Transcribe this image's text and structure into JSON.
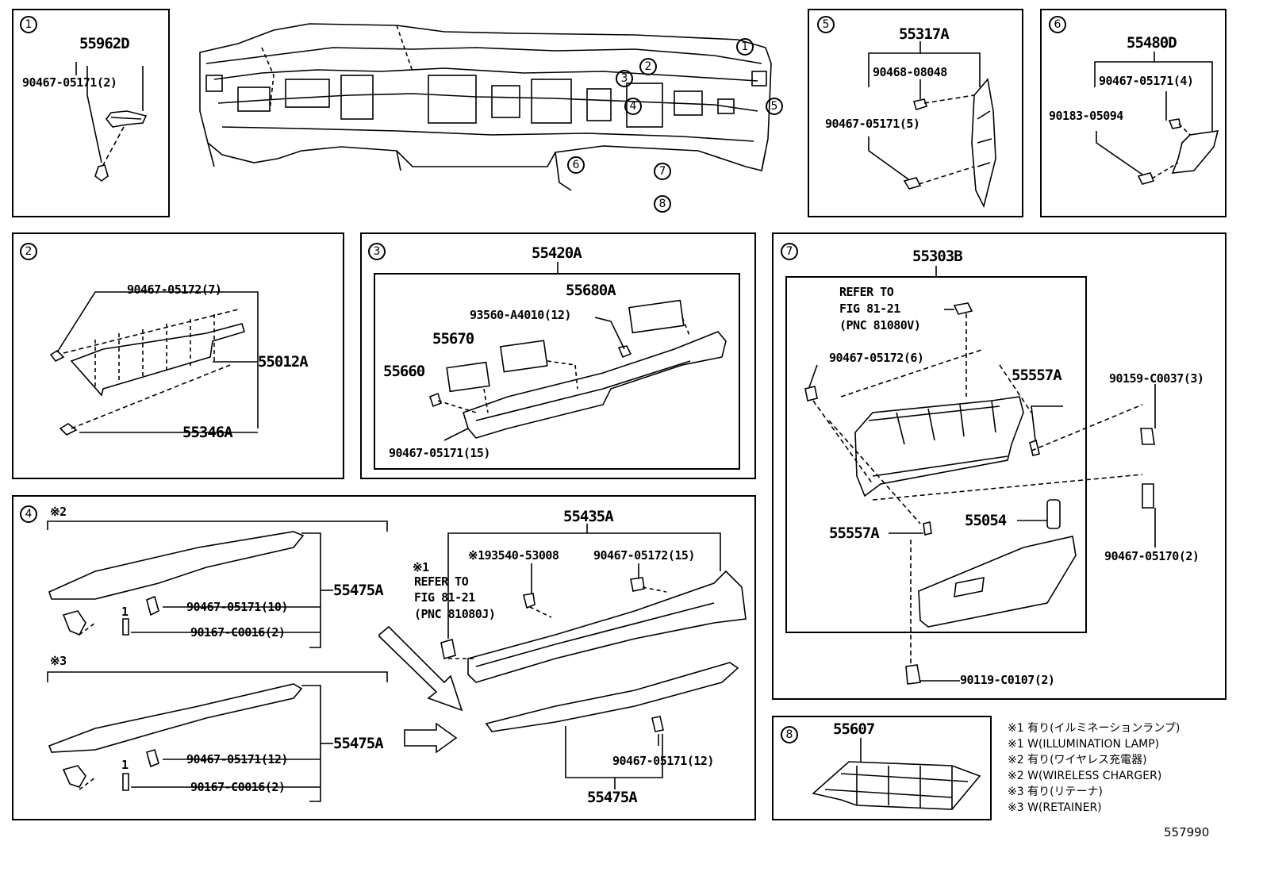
{
  "callouts": [
    "1",
    "2",
    "3",
    "4",
    "5",
    "6",
    "7",
    "8"
  ],
  "panel1": {
    "part": "55962D",
    "clip": "90467-05171(2)"
  },
  "panel2": {
    "top_clip": "90467-05172(7)",
    "part": "55012A",
    "bottom_part": "55346A"
  },
  "panel3": {
    "assembly": "55420A",
    "vent_r": "55680A",
    "screw": "93560-A4010(12)",
    "vent_m": "55670",
    "vent_l": "55660",
    "clip": "90467-05171(15)"
  },
  "panel4": {
    "marker2": "※2",
    "marker3": "※3",
    "part_a": "55475A",
    "clip_a": "90467-05171(10)",
    "bolt_a": "90167-C0016(2)",
    "sub_a": "1",
    "part_b": "55475A",
    "clip_b": "90467-05171(12)",
    "bolt_b": "90167-C0016(2)",
    "sub_b": "1",
    "assembly": "55435A",
    "ref_mark": "※1",
    "ref_line1": "REFER TO",
    "ref_line2": "FIG 81-21",
    "ref_line3": "(PNC 81080J)",
    "bulb": "※193540-53008",
    "clip_c": "90467-05172(15)",
    "part_c": "55475A",
    "clip_d": "90467-05171(12)"
  },
  "panel5": {
    "part": "55317A",
    "clip1": "90468-08048",
    "clip2": "90467-05171(5)"
  },
  "panel6": {
    "part": "55480D",
    "clip1": "90467-05171(4)",
    "clip2": "90183-05094"
  },
  "panel7": {
    "assembly": "55303B",
    "ref_line1": "REFER TO",
    "ref_line2": "FIG 81-21",
    "ref_line3": "(PNC 81080V)",
    "clip1": "90467-05172(6)",
    "stopper": "55557A",
    "screw1": "90159-C0037(3)",
    "stopper2": "55557A",
    "damper": "55054",
    "clip2": "90467-05170(2)",
    "screw2": "90119-C0107(2)"
  },
  "panel8": {
    "part": "55607"
  },
  "notes": [
    "※1 有り(イルミネーションランプ)",
    "※1 W(ILLUMINATION LAMP)",
    "※2 有り(ワイヤレス充電器)",
    "※2 W(WIRELESS CHARGER)",
    "※3 有り(リテーナ)",
    "※3 W(RETAINER)"
  ],
  "figure_id": "557990"
}
